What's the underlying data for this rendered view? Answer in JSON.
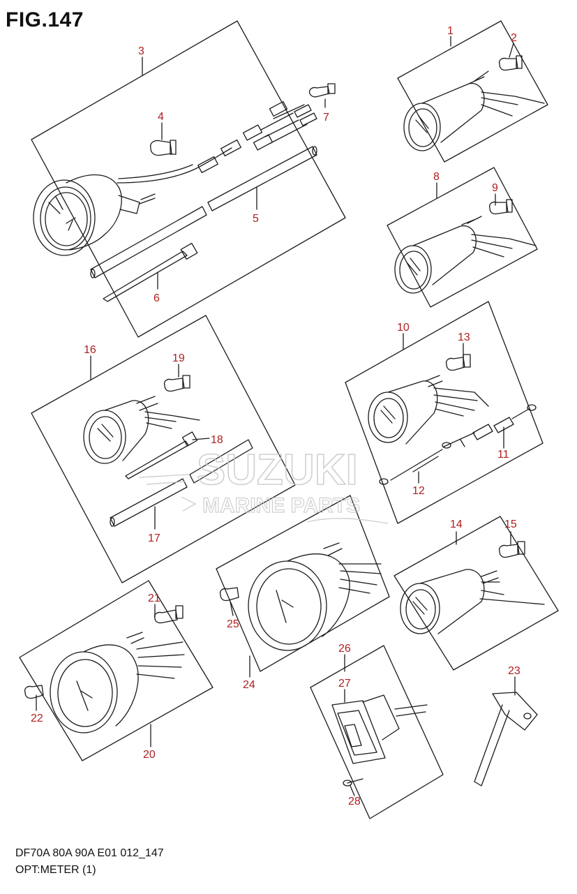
{
  "figure": {
    "title": "FIG.147",
    "footer_code": "DF70A 80A 90A E01 012_147",
    "footer_name": "OPT:METER (1)"
  },
  "watermark": {
    "line1": "SUZUKI",
    "line2": "MARINE PARTS"
  },
  "callouts": {
    "c1": "1",
    "c2": "2",
    "c3": "3",
    "c4": "4",
    "c5": "5",
    "c6": "6",
    "c7": "7",
    "c8": "8",
    "c9": "9",
    "c10": "10",
    "c11": "11",
    "c12": "12",
    "c13": "13",
    "c14": "14",
    "c15": "15",
    "c16": "16",
    "c17": "17",
    "c18": "18",
    "c19": "19",
    "c20": "20",
    "c21": "21",
    "c22": "22",
    "c23": "23",
    "c24": "24",
    "c25": "25",
    "c26": "26",
    "c27": "27",
    "c28": "28"
  },
  "colors": {
    "line": "#1a1a1a",
    "callout": "#b01e1e",
    "watermark": "#c8c8c8"
  }
}
